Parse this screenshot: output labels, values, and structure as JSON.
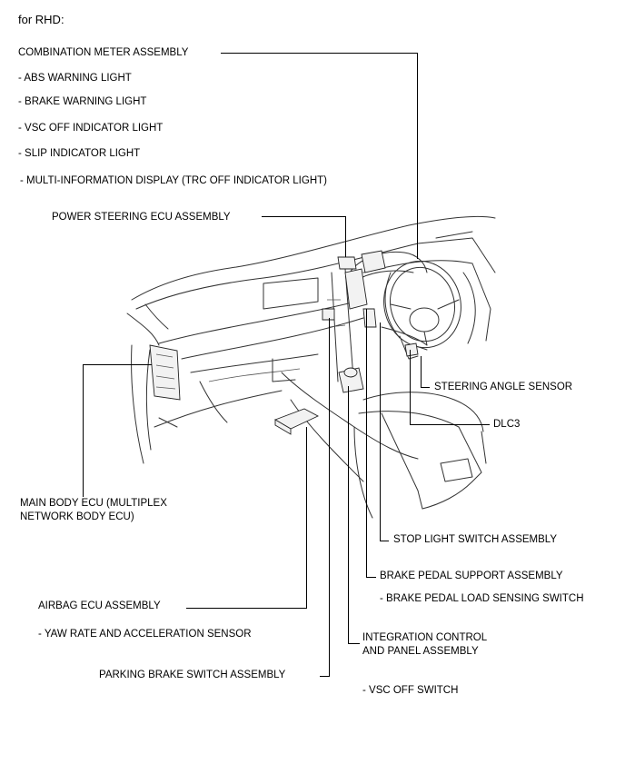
{
  "header": "for RHD:",
  "labels": {
    "combination_meter": "COMBINATION METER ASSEMBLY",
    "abs_warning": "- ABS WARNING LIGHT",
    "brake_warning": "- BRAKE WARNING LIGHT",
    "vsc_off_indicator": "- VSC OFF INDICATOR LIGHT",
    "slip_indicator": "- SLIP INDICATOR LIGHT",
    "multi_info": "- MULTI-INFORMATION DISPLAY (TRC OFF INDICATOR LIGHT)",
    "power_steering_ecu": "POWER STEERING ECU ASSEMBLY",
    "steering_angle": "STEERING ANGLE SENSOR",
    "dlc3": "DLC3",
    "main_body_ecu": "MAIN BODY ECU (MULTIPLEX\nNETWORK BODY ECU)",
    "stop_light_switch": "STOP LIGHT SWITCH     ASSEMBLY",
    "brake_pedal_support": "BRAKE PEDAL SUPPORT ASSEMBLY",
    "brake_pedal_load": "- BRAKE PEDAL LOAD SENSING SWITCH",
    "airbag_ecu": "AIRBAG ECU ASSEMBLY",
    "yaw_rate": "- YAW RATE AND ACCELERATION SENSOR",
    "integration_control": "INTEGRATION CONTROL\nAND PANEL ASSEMBLY",
    "parking_brake": "PARKING BRAKE SWITCH     ASSEMBLY",
    "vsc_off_switch": "- VSC OFF SWITCH"
  }
}
